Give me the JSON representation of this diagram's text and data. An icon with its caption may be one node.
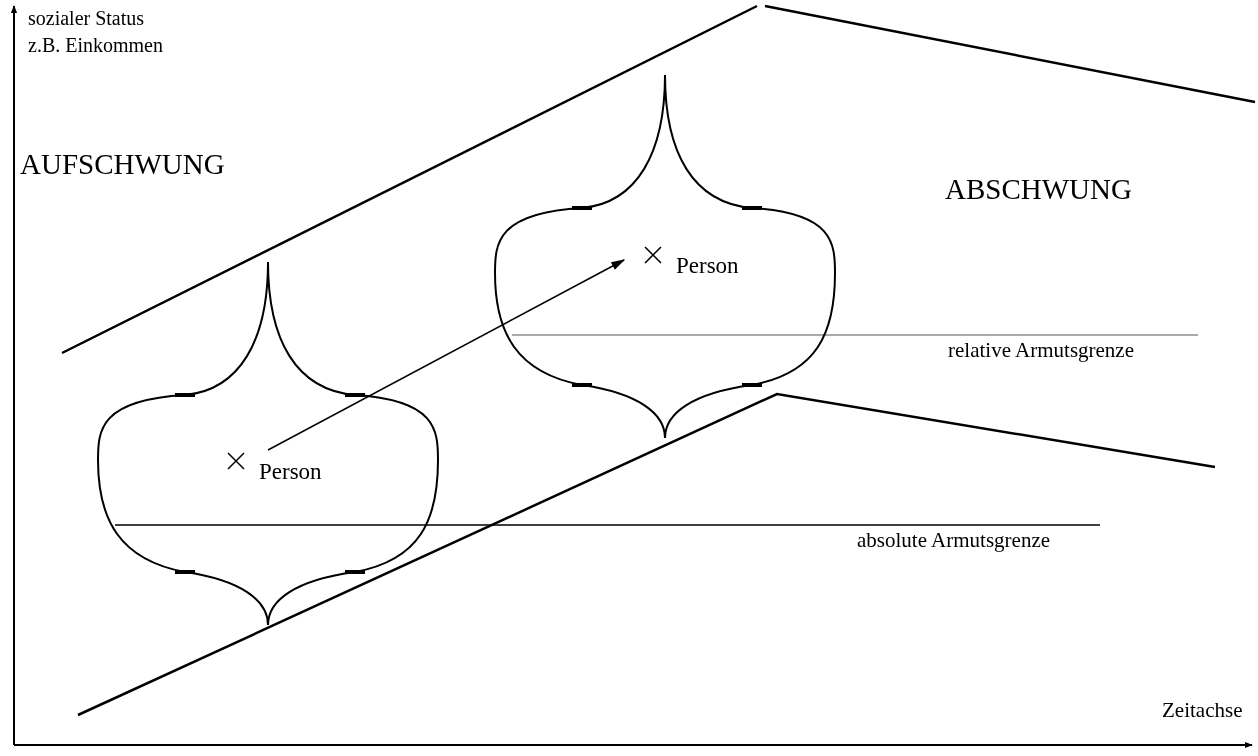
{
  "diagram": {
    "nodes": [
      {
        "text": [
          "Person"
        ]
      },
      {
        "text": [
          "Person"
        ]
      }
    ],
    "edges": [
      {
        "from": 1,
        "to": 0,
        "arrow": "to"
      }
    ],
    "labels": [
      "sozialer Status",
      "z.B. Einkommen",
      "AUFSCHWUNG",
      "ABSCHWUNG",
      "relative Armutsgrenze",
      "absolute Armutsgrenze",
      "Zeitachse"
    ]
  }
}
